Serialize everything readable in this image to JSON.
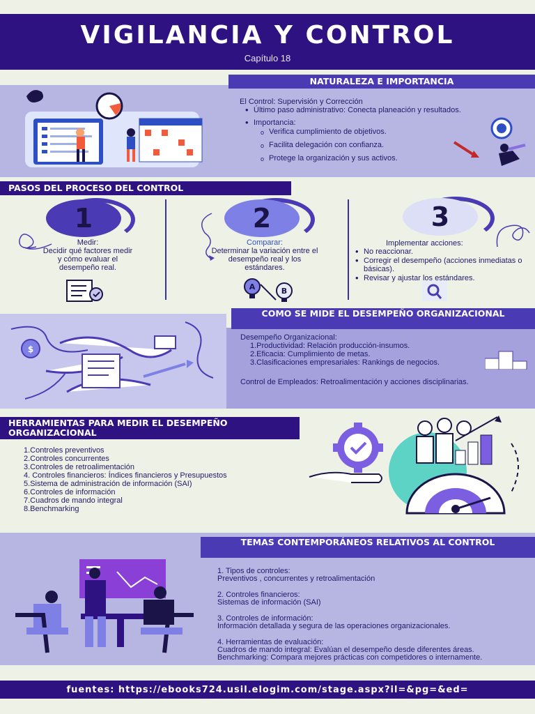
{
  "header": {
    "title": "VIGILANCIA Y CONTROL",
    "subtitle": "Capítulo 18"
  },
  "naturaleza": {
    "heading": "NATURALEZA E IMPORTANCIA",
    "intro": "El Control: Supervisión y Corrección",
    "item1": "Último paso administrativo: Conecta planeación y resultados.",
    "item2": "Importancia:",
    "sub": [
      "Verifica cumplimiento de objetivos.",
      "Facilita delegación con confianza.",
      "Protege la organización y sus activos."
    ]
  },
  "pasos": {
    "heading": "PASOS DEL PROCESO DEL CONTROL",
    "step1": {
      "number": "1",
      "label": "Medir:",
      "desc": "Decidir qué factores medir y cómo evaluar el desempeño real."
    },
    "step2": {
      "number": "2",
      "label": "Comparar:",
      "desc": "Determinar la variación entre el desempeño real y los estándares."
    },
    "step3": {
      "number": "3",
      "label": "Implementar acciones:",
      "items": [
        "No reaccionar.",
        "Corregir el desempeño (acciones inmediatas o básicas).",
        "Revisar y ajustar los estándares."
      ]
    },
    "icon_a": "A",
    "icon_b": "B"
  },
  "desempeno": {
    "heading": "COMO SE MIDE EL DESEMPEÑO ORGANIZACIONAL",
    "intro": "Desempeño Organizacional:",
    "items": [
      "1.Productividad: Relación producción-insumos.",
      "2.Eficacia: Cumplimiento de metas.",
      "3.Clasificaciones empresariales: Rankings de negocios."
    ],
    "empleados": "Control de Empleados: Retroalimentación y acciones disciplinarias."
  },
  "herramientas": {
    "heading": "HERRAMIENTAS PARA MEDIR EL DESEMPEÑO ORGANIZACIONAL",
    "items": [
      "1.Controles preventivos",
      "2.Controles concurrentes",
      "3.Controles de retroalimentación",
      "4. Controles financieros:  Índices financieros y Presupuestos",
      "5.Sistema de administración de información (SAI)",
      "6.Controles de información",
      "7.Cuadros de mando integral",
      "8.Benchmarking"
    ]
  },
  "temas": {
    "heading": "TEMAS CONTEMPORÁNEOS RELATIVOS AL CONTROL",
    "blocks": [
      {
        "title": "1. Tipos de controles:",
        "body": "Preventivos , concurrentes y retroalimentación"
      },
      {
        "title": "2. Controles financieros:",
        "body": " Sistemas de información (SAI)"
      },
      {
        "title": "3. Controles de información:",
        "body": "Información detallada y segura de las operaciones organizacionales."
      },
      {
        "title": "4. Herramientas de evaluación:",
        "body": "Cuadros de mando integral: Evalúan el desempeño desde diferentes áreas."
      }
    ],
    "benchmark": "Benchmarking: Compara mejores prácticas con competidores o internamente."
  },
  "footer": {
    "text": "fuentes: https://ebooks724.usil.elogim.com/stage.aspx?il=&pg=&ed="
  },
  "colors": {
    "header": "#2e1282",
    "accent": "#4a3ab3",
    "panel": "#b7b6e2",
    "background": "#eef1e6"
  }
}
